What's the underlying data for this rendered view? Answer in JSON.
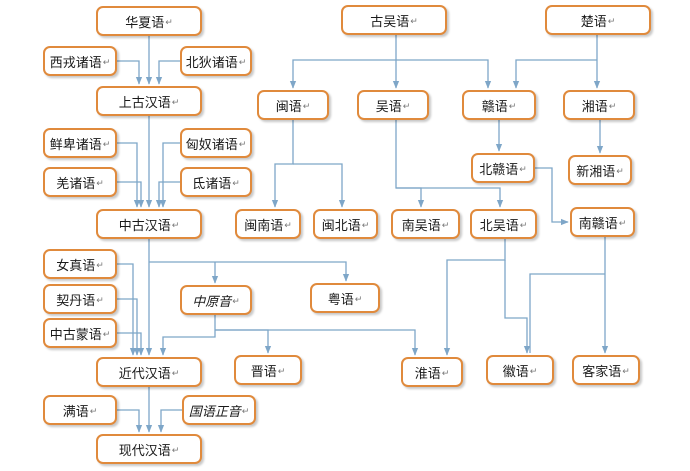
{
  "accent_color": "#e08a3c",
  "line_color": "#7ea6c8",
  "paragraph_mark": "↵",
  "nodes": {
    "huaxia": "华夏语",
    "xirong": "西戎诸语",
    "beidi": "北狄诸语",
    "shanggu": "上古汉语",
    "xianbei": "鲜卑诸语",
    "xiongnu": "匈奴诸语",
    "qiang": "羌诸语",
    "di": "氐诸语",
    "zhonggu": "中古汉语",
    "nuzhen": "女真语",
    "qidan": "契丹语",
    "zhonggumeng": "中古蒙语",
    "zhongyuanyin": "中原音",
    "yue": "粤语",
    "jindai": "近代汉语",
    "jin": "晋语",
    "man": "满语",
    "guoyu": "国语正音",
    "xiandai": "现代汉语",
    "guwu": "古吴语",
    "chu": "楚语",
    "min": "闽语",
    "wu": "吴语",
    "gan": "赣语",
    "xiang": "湘语",
    "beigan": "北赣语",
    "xinxiang": "新湘语",
    "minnan": "闽南语",
    "minbei": "闽北语",
    "nanwu": "南吴语",
    "beiwu": "北吴语",
    "nangan": "南赣语",
    "huai": "淮语",
    "hui": "徽语",
    "hakka": "客家语"
  }
}
